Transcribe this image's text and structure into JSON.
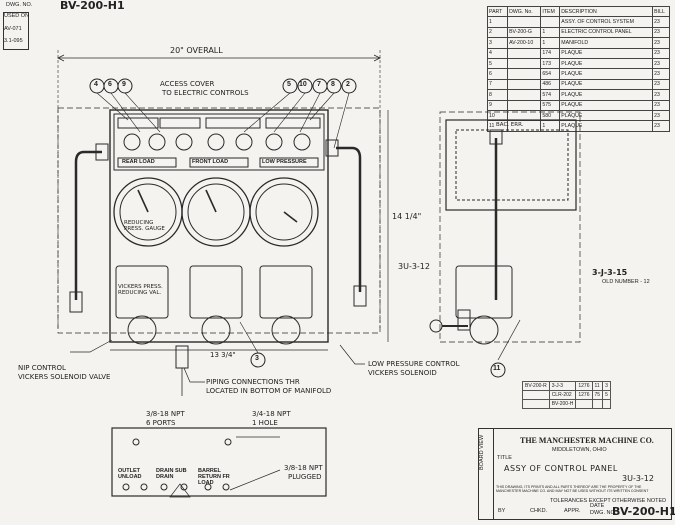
{
  "header": {
    "dwg_label": "DWG. NO.",
    "dwg_no": "BV-200-H1",
    "left_block": [
      "USED ON",
      "AV-071",
      "3.1-095"
    ]
  },
  "bom": {
    "columns": [
      "PART",
      "DWG. No.",
      "ITEM",
      "DESCRIPTION",
      "BILL"
    ],
    "rows": [
      [
        "1",
        "",
        "",
        "ASSY. OF CONTROL SYSTEM",
        "23"
      ],
      [
        "2",
        "BV-200-G",
        "1",
        "ELECTRIC CONTROL PANEL",
        "23"
      ],
      [
        "3",
        "AV-200-10",
        "1",
        "MANIFOLD",
        "23"
      ],
      [
        "4",
        "",
        "174",
        "PLAQUE",
        "23"
      ],
      [
        "5",
        "",
        "173",
        "PLAQUE",
        "23"
      ],
      [
        "6",
        "",
        "654",
        "PLAQUE",
        "23"
      ],
      [
        "7",
        "",
        "486",
        "PLAQUE",
        "23"
      ],
      [
        "8",
        "",
        "574",
        "PLAQUE",
        "23"
      ],
      [
        "9",
        "",
        "575",
        "PLAQUE",
        "23"
      ],
      [
        "10",
        "",
        "580",
        "PLAQUE",
        "23"
      ],
      [
        "11",
        "",
        "1",
        "PLAQUE",
        "23"
      ]
    ]
  },
  "labels": {
    "overall": "20\" OVERALL",
    "access_cover": "ACCESS COVER",
    "to_controls": "TO ELECTRIC CONTROLS",
    "rear_load": "REAR LOAD",
    "front_load": "FRONT LOAD",
    "low_pressure": "LOW PRESSURE",
    "reducing_gauge": "REDUCING PRESS. GAUGE",
    "vickers_valve": "VICKERS PRESS. REDUCING VAL.",
    "height_dim": "14 1/4\"",
    "bottom_dim": "13 3/4\"",
    "ref_3u": "3U-3-12",
    "nip_control": "NIP CONTROL",
    "nip_solenoid": "VICKERS SOLENOID VALVE",
    "piping1": "PIPING CONNECTIONS THR",
    "piping2": "LOCATED IN BOTTOM OF MANIFOLD",
    "lp_control": "LOW PRESSURE CONTROL",
    "lp_solenoid": "VICKERS SOLENOID",
    "npt6": "3/8-18 NPT",
    "ports6": "6 PORTS",
    "npt1": "3/4-18 NPT",
    "hole1": "1 HOLE",
    "plugged_npt": "3/8-18 NPT",
    "plugged": "PLUGGED",
    "bot_outlet": "OUTLET UNLOAD",
    "bot_drain": "DRAIN SUB DRAIN",
    "bot_barrel": "BARREL RETURN FR LOAD",
    "side_ref": "3-J-3-15",
    "side_sub": "OLD NUMBER - 12",
    "side_top": "BAC. ERR.",
    "balloons": [
      "4",
      "6",
      "9",
      "5",
      "10",
      "7",
      "8",
      "2",
      "3",
      "11"
    ]
  },
  "title_block": {
    "company": "THE MANCHESTER MACHINE CO.",
    "city": "MIDDLETOWN, OHIO",
    "title_label": "TITLE",
    "title": "ASSY OF CONTROL PANEL",
    "title_ref": "3U-3-12",
    "notice": "THIS DRAWING, ITS PRINTS AND ALL PARTS THEREOF ARE THE PROPERTY OF THE MANCHESTER MACHINE CO. AND MAY NOT BE USED WITHOUT ITS WRITTEN CONSENT",
    "tolerance": "TOLERANCES EXCEPT OTHERWISE NOTED",
    "fields": [
      "BY",
      "CHKD.",
      "APPR.",
      "DATE"
    ],
    "dwg_label": "DWG. NO.",
    "dwg_no": "BV-200-H1",
    "side_label": "BOARD VIEW"
  },
  "revision": {
    "rows": [
      [
        "BV-200-R",
        "3-J-3",
        "1276",
        "11",
        "3"
      ],
      [
        "",
        "CLR-202",
        "1276",
        "75",
        "5"
      ],
      [
        "",
        "BV-200-H",
        "",
        "",
        ""
      ]
    ]
  }
}
